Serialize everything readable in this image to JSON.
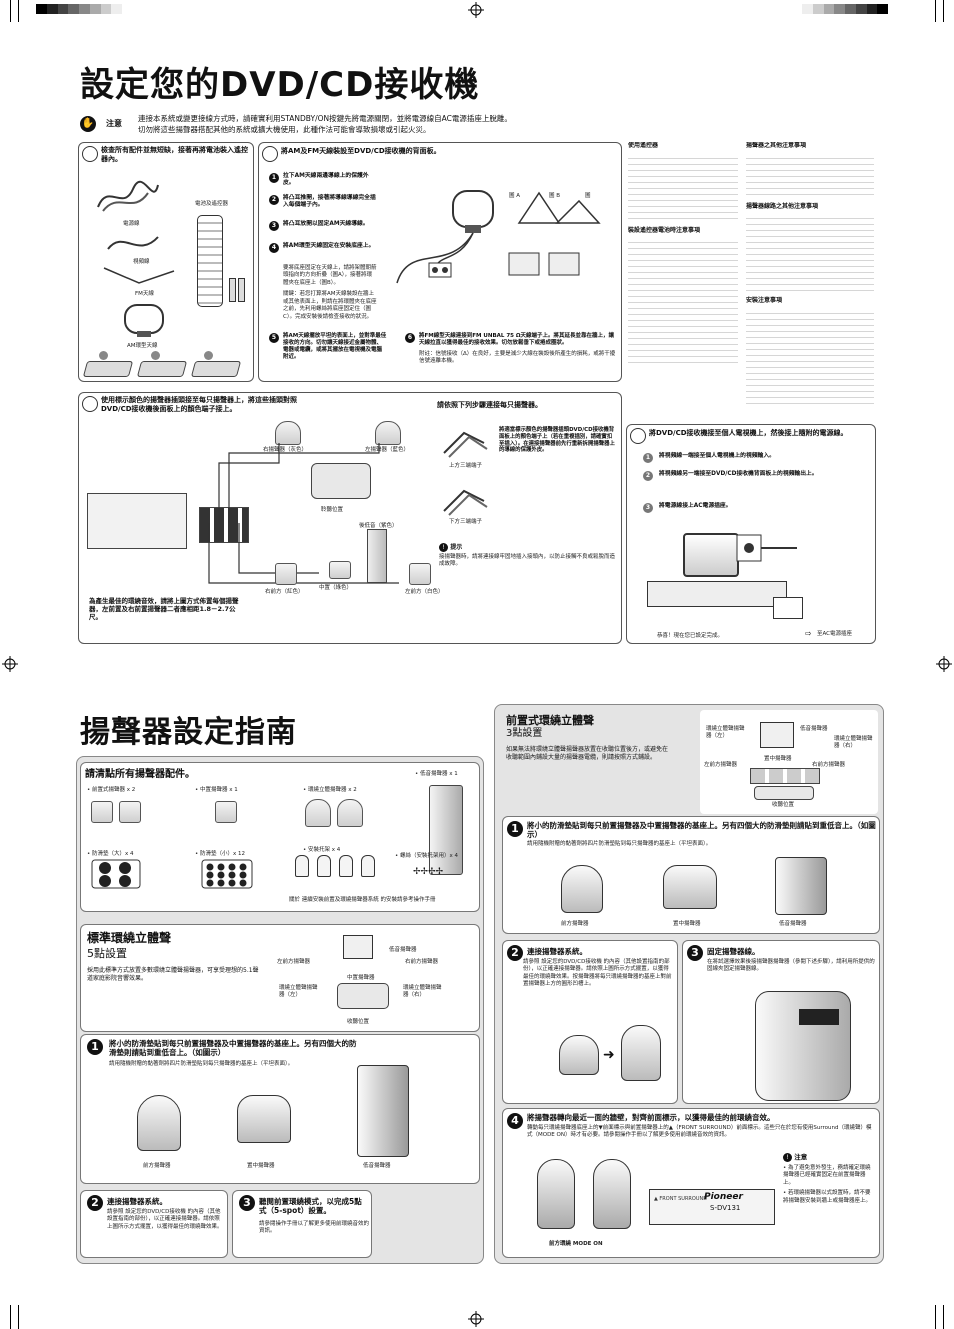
{
  "page1": {
    "title": "設定您的DVD/CD接收機",
    "note_label": "注意",
    "note_text": [
      "連接本系統或變更接線方式時，請確實利用STANDBY/ON按鍵先將電源關閉，並將電源線自AC電源插座上脫離。",
      "切勿將這些揚聲器搭配其他的系統或擴大機使用，此種作法可能會導致損壞或引起火災。"
    ],
    "check": {
      "heading": "檢查所有配件並無短缺，接著再將電池裝入遙控器內。",
      "items": [
        "電源線",
        "電池及遙控器",
        "視頻線",
        "FM天線",
        "AM環型天線"
      ]
    },
    "antenna": {
      "heading": "將AM及FM天線裝設至DVD/CD接收機的背面板。",
      "steps": [
        "拉下AM天線兩邊導線上的保護外皮。",
        "將凸耳推開，接著將導線導線完全插入每個端子內。",
        "將凸耳放開以固定AM天線導線。",
        "將AM環型天線固定在安裝底座上。"
      ],
      "fig_a": "圖 A",
      "fig_b": "圖 B",
      "fig_c": "圖",
      "step4_detail": "要將底座固定在天線上，請將架體朝箭頭指向的方向折疊（圖A），接著將環體夾在底座上（圖B）。",
      "step4_detail2": "關鍵：若您打算將AM天線裝設在牆上或其他表面上，則請在將環體夾在底座之前，先利用螺絲將底座固定住（圖C）。完成安裝後請檢查接收的狀況。",
      "step5": "將AM天線擺放平坦的表面上，並對準最佳接收的方向。切勿讓天線接近金屬物體、電器或電纜，或將其擺放在電視機及電腦附近。",
      "step6": "將FM線型天線連接到FM UNBAL 75 Ω天線端子上。將其延長並靠在牆上，讓天線拉直以獲得最佳的接收效果。切勿放鬆垂下或捲成圈狀。",
      "step6_note": "附註：信號接收（Δ）在良好，主要是減少大線在裝設後所產生的損耗，或將干擾信號遠離本機。"
    },
    "spk_conn": {
      "heading": "使用標示顏色的揚聲器插頭接至每只揚聲器上，將這些插頭對照DVD/CD接收機後面板上的顏色端子接上。",
      "wire_heading": "請依照下列步驟連接每只揚聲器。",
      "labels": [
        "右揚聲器（灰色）",
        "左揚聲器（藍色）",
        "聆聽位置",
        "後低音（紫色）",
        "中置（綠色）",
        "右前方（紅色）",
        "左前方（白色）"
      ],
      "upper": "上方三端端子",
      "lower": "下方三端端子",
      "wire_desc": "將適當標示顏色的揚聲器插頭DVD/CD接收機背面板上的顏色端子上（若在重複插別，請確實扣至插入）。在連接揚聲器前先行重新拆開揚聲器上的導線的保護外皮。",
      "tip": "提示",
      "tip_text": "接揚聲器時，請將連接線牢固地插入接頭內，以防止接觸不良或鬆脫而造成故障。",
      "distance": "為產生最佳的環繞音效，請將上圖方式佈置每個揚聲器，左前置及右前置揚聲器二者應相距1.8－2.7公尺。"
    },
    "tv": {
      "heading": "將DVD/CD接收機接至個人電視機上，然後接上隨附的電源線。",
      "steps": [
        "將視頻線一端接至個人電視機上的視頻輸入。",
        "將視頻線另一端接至DVD/CD接收機背面板上的視頻輸出上。",
        "將電源線接上AC電源插座。"
      ],
      "done": "恭喜！現在您已設定完成。",
      "ac": "至AC電源插座"
    },
    "remote": {
      "heading1": "使用遙控器",
      "heading2": "裝設遙控器電池時注意事項",
      "heading3": "揚聲器之其他注意事項",
      "heading4": "揚聲器線路之其他注意事項",
      "heading5": "安裝注意事項"
    }
  },
  "page2": {
    "title": "揚聲器設定指南",
    "parts": {
      "heading": "請清點所有揚聲器配件。",
      "front": "• 前置式揚聲器 x 2",
      "center": "• 中置揚聲器 x 1",
      "surround": "• 環繞立體揚聲器 x 2",
      "woofer": "• 低音揚聲器 x 1",
      "pad_large": "• 防滑墊（大）x 4",
      "pad_small": "• 防滑墊（小）x 12",
      "bracket": "• 安裝托架 x 4",
      "screw": "• 螺絲（安裝托架用）x 4",
      "footnote": "關於 連續安裝前置及環繞揚聲器系統 的安裝請參考操作手冊"
    },
    "standard": {
      "heading": "標準環繞立體聲",
      "sub": "5點設置",
      "desc": "採用此標準方式放置多數環繞立體聲揚聲器，可享受理想的5.1聲道家庭影院音響效果。",
      "labels": [
        "左前方揚聲器",
        "低音揚聲器",
        "右前方揚聲器",
        "中置揚聲器",
        "環繞立體聲揚聲器（左）",
        "環繞立體聲揚聲器（右）",
        "收聽位置"
      ],
      "step1": "將小的防滑墊貼到每只前置揚聲器及中置揚聲器的基座上。另有四個大的防滑墊則請貼到重低音上。（如圖示）",
      "step1_sub": "請用隨機附贈的黏著劑將四片防滑墊貼到每只揚聲器的基座上（平坦表面）。",
      "spk": [
        "前方揚聲器",
        "置中揚聲器",
        "低音揚聲器"
      ],
      "step2": "連接揚聲器系統。",
      "step2_sub": "請參照 設定您的DVD/CD接收機 的內容（其他設置指南的部份），以正確連接揚聲器。請依照上圖所示方式擺置，以獲得最佳的環繞聲效果。",
      "step3": "聽閱前置環繞模式，以完成5點式（5-spot）設置。",
      "step3_sub": "請參閱操作手冊以了解更多使用前環繞音效的資訊。"
    },
    "front3": {
      "heading": "前置式環繞立體聲",
      "sub": "3點設置",
      "desc": "如果無法將環繞立體聲揚聲器放置在收聽位置後方，或避免在收聽範圍內鋪設大量的揚聲器電纜，則請按照方式鋪設。",
      "labels": [
        "環繞立體聲揚聲器（左）",
        "低音揚聲器",
        "環繞立體聲揚聲器（右）",
        "左前方揚聲器",
        "置中揚聲器",
        "右前方揚聲器",
        "收聽位置"
      ],
      "step1": "將小的防滑墊貼到每只前置揚聲器及中置揚聲器的基座上。另有四個大的防滑墊則請貼到重低音上。（如圖示）",
      "step1_sub": "請用隨機附贈的黏著劑將四片防滑墊貼到每只揚聲器的基座上（平坦表面）。",
      "spk": [
        "前方揚聲器",
        "置中揚聲器",
        "低音揚聲器"
      ],
      "step2": "連接揚聲器系統。",
      "step2_sub": "請參照 設定您的DVD/CD接收機 的內容（其他設置指南的部份），以正確連接揚聲器。請依照上圖所示方式擺置，以獲得最佳的環繞聲效果。按揚聲器將每只環繞揚聲器的基座上對前置揚聲器上方的圓形凹槽上。",
      "step3": "固定揚聲器線。",
      "step3_sub": "在將試選擇效果後接揚聲器揚聲器（參閱下述步驟），請利用所提供的固線夾固定揚聲器線。",
      "step4": "將揚聲器轉向最近一面的牆壁，對齊前面標示，以獲得最佳的前環繞音效。",
      "step4_sub": "轉動每只環繞揚聲器底座上的▼前面標示與前置揚聲器上的▲（FRONT SURROUND）前面標示。這些只在於您有使用Surround（環繞聲）模式（MODE ON）時才有必要。請參閱操作手冊以了解更多使用前環繞音效的資訊。",
      "note": "注意",
      "note1": "• 為了避免意外發生，務請確定環繞揚聲器已經確實固定在前置揚聲器上。",
      "note2": "• 若環繞揚聲器以式設置時，請不要將揚聲器安裝到牆上或揚聲器座上。",
      "mode": "前方環繞  MODE ON",
      "front_surround": "▲ FRONT SURROUND",
      "brand": "Pioneer",
      "model": "S-DV131"
    }
  }
}
